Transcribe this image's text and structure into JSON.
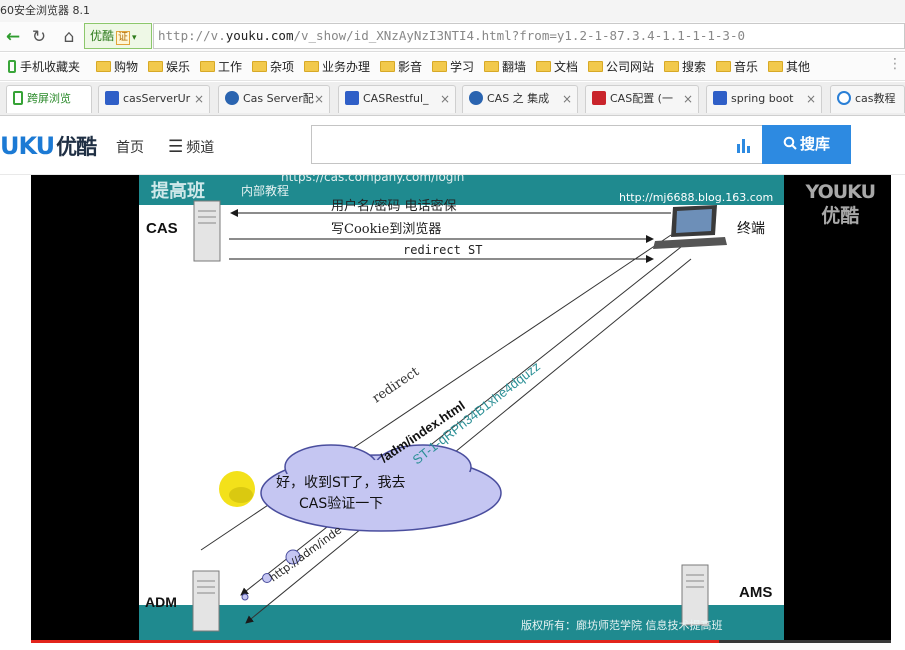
{
  "window": {
    "title": "60安全浏览器 8.1"
  },
  "nav": {
    "back": "←",
    "reload": "↻",
    "home": "⌂",
    "site_badge": "优酷",
    "cert_badge": "证",
    "dropdown": "▾",
    "url_scheme": "http://v.",
    "url_domain": "youku.com",
    "url_rest": "/v_show/id_XNzAyNzI3NTI4.html?from=y1.2-1-87.3.4-1.1-1-1-3-0"
  },
  "bookmarks": [
    {
      "label": "手机收藏夹",
      "icon": "phone-icon"
    },
    {
      "label": "购物",
      "icon": "folder-icon"
    },
    {
      "label": "娱乐",
      "icon": "folder-icon"
    },
    {
      "label": "工作",
      "icon": "folder-icon"
    },
    {
      "label": "杂项",
      "icon": "folder-icon"
    },
    {
      "label": "业务办理",
      "icon": "folder-icon"
    },
    {
      "label": "影音",
      "icon": "folder-icon"
    },
    {
      "label": "学习",
      "icon": "folder-icon"
    },
    {
      "label": "翻墙",
      "icon": "folder-icon"
    },
    {
      "label": "文档",
      "icon": "folder-icon"
    },
    {
      "label": "公司网站",
      "icon": "folder-icon"
    },
    {
      "label": "搜索",
      "icon": "folder-icon"
    },
    {
      "label": "音乐",
      "icon": "folder-icon"
    },
    {
      "label": "其他",
      "icon": "folder-icon"
    }
  ],
  "tabs": [
    {
      "label": "跨屏浏览",
      "close": ""
    },
    {
      "label": "casServerUr",
      "close": "×"
    },
    {
      "label": "Cas Server配",
      "close": "×"
    },
    {
      "label": "CASRestful_",
      "close": "×"
    },
    {
      "label": "CAS 之 集成",
      "close": "×"
    },
    {
      "label": "CAS配置 (一",
      "close": "×"
    },
    {
      "label": "spring boot",
      "close": "×"
    },
    {
      "label": "cas教程",
      "close": ""
    }
  ],
  "site": {
    "logo_a": "UKU",
    "logo_b": "优酷",
    "nav_home": "首页",
    "nav_channel_icon": "☰",
    "nav_channel": "频道",
    "search_value": "",
    "search_button": "搜库"
  },
  "player": {
    "watermark_en": "YOUKU",
    "watermark_cn": "优酷",
    "progress": 0.8
  },
  "slide": {
    "corner_title": "提高班",
    "corner_sub": "内部教程",
    "top_url_partial": "https://cas.company.com/login",
    "blog_url": "http://mj6688.blog.163.com",
    "cas_label": "CAS",
    "terminal_label": "终端",
    "msg_credentials": "用户名/密码  电话密保",
    "msg_cookie": "写Cookie到浏览器",
    "msg_redirect_st": "redirect ST",
    "diag_redirect": "redirect",
    "diag_url": "/adm/index.html",
    "diag_ticket": "ST-1-qRPh34B1xhe4dquzz",
    "bubble_text": "好，收到ST了，我去CAS验证一下",
    "bubble_line1": "好，收到ST了，我去",
    "bubble_line2": "CAS验证一下",
    "diag_http": "http://adm/inde",
    "adm_label": "ADM",
    "ams_label": "AMS",
    "footer": "版权所有：廊坊师范学院    信息技术提高班",
    "colors": {
      "teal": "#1f8a8f",
      "slide_bg": "#ffffff"
    }
  }
}
